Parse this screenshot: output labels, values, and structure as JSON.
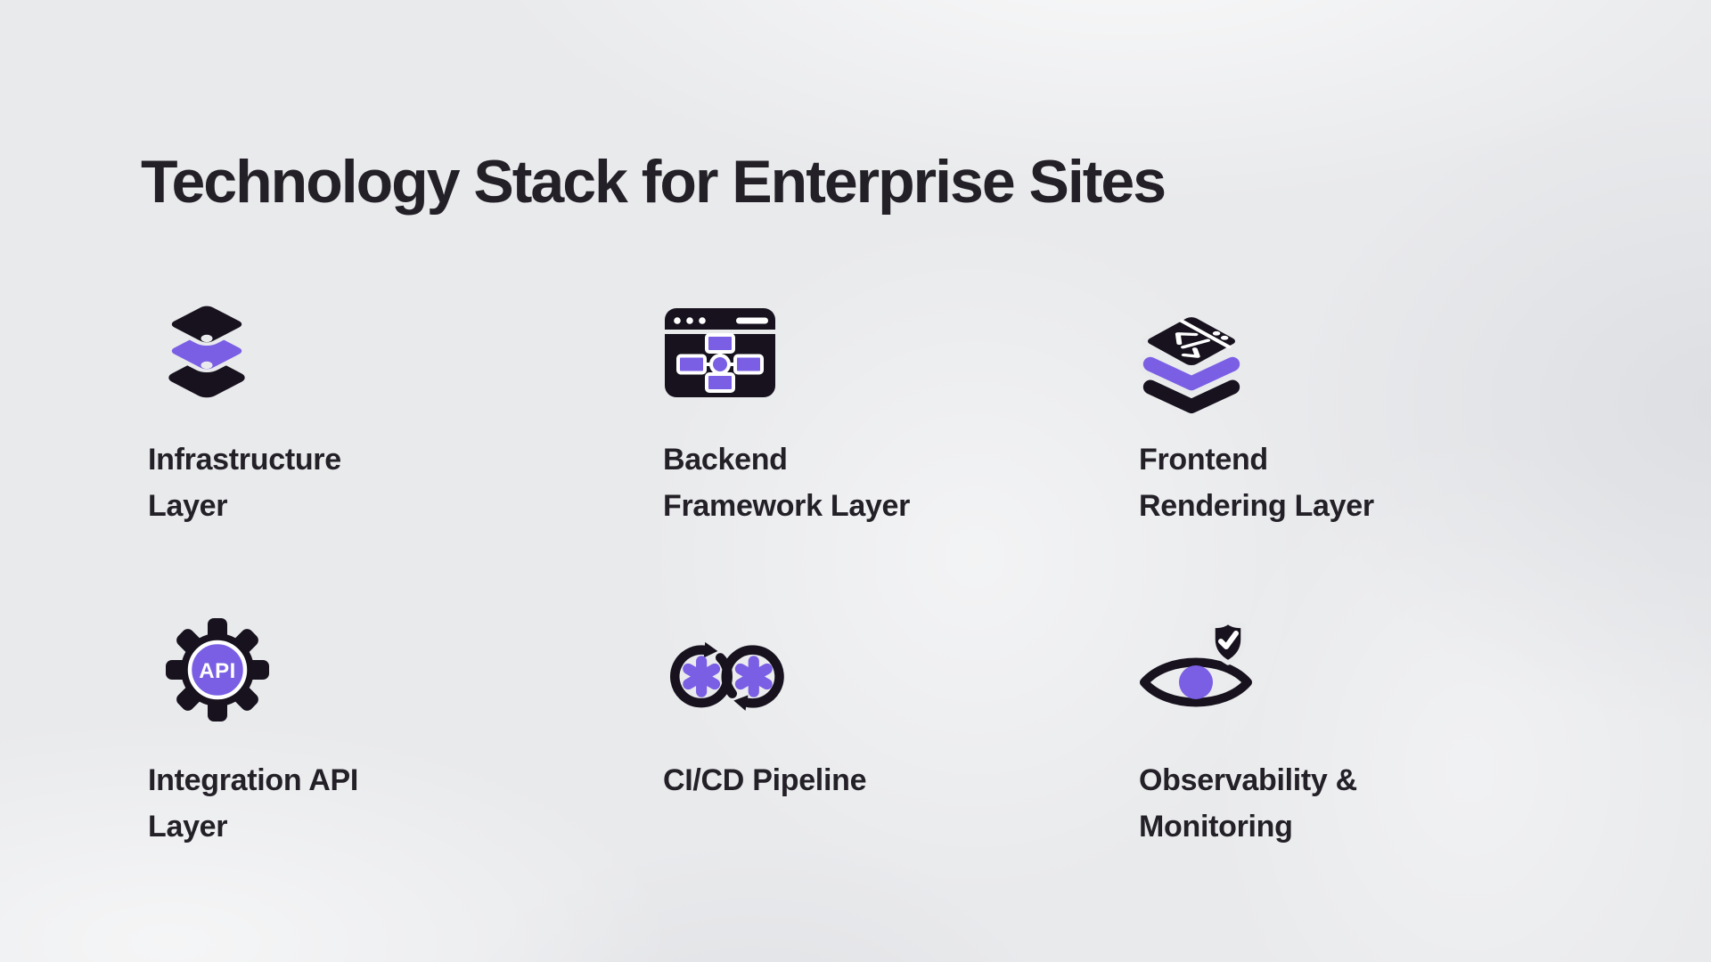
{
  "title": "Technology Stack for Enterprise Sites",
  "colors": {
    "background": "#e9eaec",
    "ink": "#17121e",
    "accent": "#7a5fe5",
    "heading": "#232127"
  },
  "icons": {
    "api_text": "API"
  },
  "items": [
    {
      "name": "infrastructure-layer",
      "icon": "layers-stack-icon",
      "lines": [
        "Infrastructure",
        "Layer"
      ]
    },
    {
      "name": "backend-framework-layer",
      "icon": "browser-sitemap-icon",
      "lines": [
        "Backend",
        "Framework Layer"
      ]
    },
    {
      "name": "frontend-rendering-layer",
      "icon": "stacked-code-window-icon",
      "lines": [
        "Frontend",
        "Rendering Layer"
      ]
    },
    {
      "name": "integration-api-layer",
      "icon": "api-gear-icon",
      "lines": [
        "Integration API",
        "Layer"
      ]
    },
    {
      "name": "ci-cd-pipeline",
      "icon": "infinity-gears-icon",
      "lines": [
        "CI/CD Pipeline",
        ""
      ]
    },
    {
      "name": "observability-monitoring",
      "icon": "eye-shield-icon",
      "lines": [
        "Observability &",
        "Monitoring"
      ]
    }
  ]
}
